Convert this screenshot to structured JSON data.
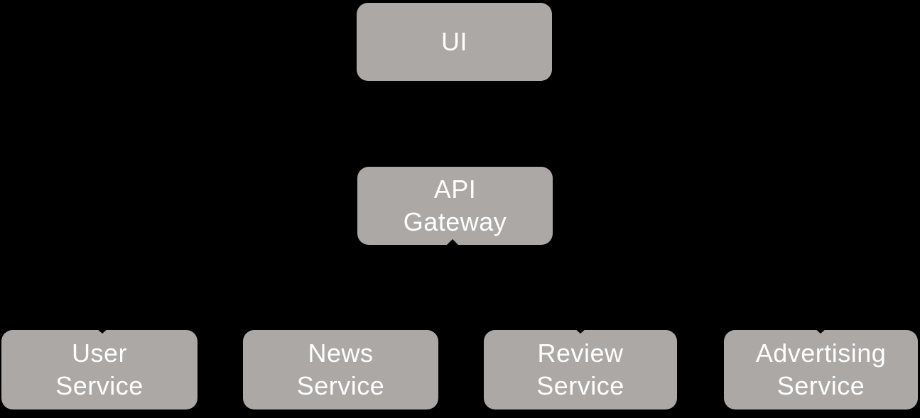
{
  "colors": {
    "background": "#000000",
    "node_fill": "#aba8a6",
    "node_text": "#ffffff",
    "connector": "#000000"
  },
  "diagram": {
    "nodes": {
      "ui": {
        "line1": "UI"
      },
      "api_gateway": {
        "line1": "API",
        "line2": "Gateway"
      },
      "user_service": {
        "line1": "User",
        "line2": "Service"
      },
      "news_service": {
        "line1": "News",
        "line2": "Service"
      },
      "review_service": {
        "line1": "Review",
        "line2": "Service"
      },
      "advertising_service": {
        "line1": "Advertising",
        "line2": "Service"
      }
    }
  }
}
